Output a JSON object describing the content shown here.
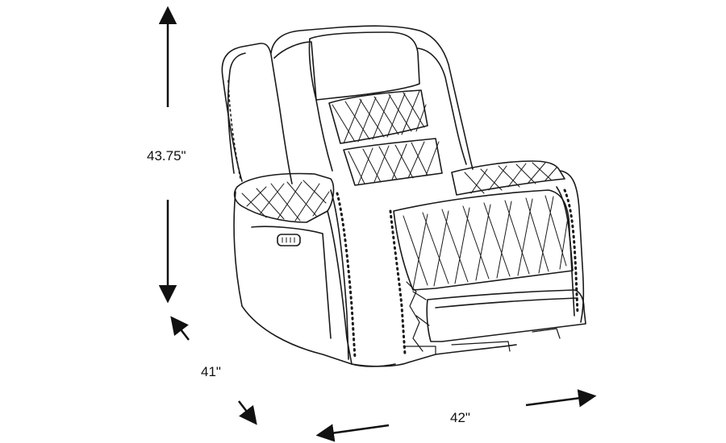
{
  "dimensions": {
    "height": "43.75\"",
    "depth": "41\"",
    "width": "42\""
  },
  "colors": {
    "line": "#1a1a1a",
    "background": "#ffffff"
  }
}
